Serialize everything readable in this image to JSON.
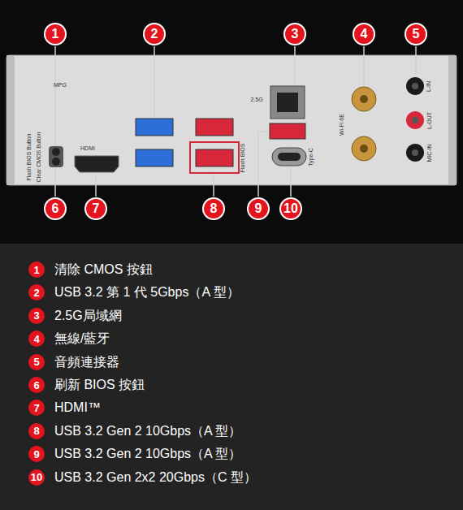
{
  "diagram": {
    "labels": [
      "1",
      "2",
      "3",
      "4",
      "5",
      "6",
      "7",
      "8",
      "9",
      "10",
      "Flash BIOS Button",
      "Clear CMOS Button",
      "HDMI",
      "2.5G",
      "Wi-Fi 6E",
      "L-IN",
      "L-OUT",
      "MIC-IN",
      "Type-C",
      "Flash BIOS",
      "MPG",
      "1",
      "清除 CMOS 按鈕",
      "2",
      "USB 3.2 第 1 代 5Gbps（A 型）",
      "3",
      "2.5G局域網",
      "4",
      "無線/藍牙",
      "5",
      "音頻連接器",
      "6",
      "刷新 BIOS 按鈕",
      "7",
      "HDMI™",
      "8",
      "USB 3.2 Gen 2 10Gbps（A 型）",
      "9",
      "USB 3.2 Gen 2 10Gbps（A 型）",
      "10",
      "USB 3.2 Gen 2x2 20Gbps（C 型）"
    ]
  }
}
